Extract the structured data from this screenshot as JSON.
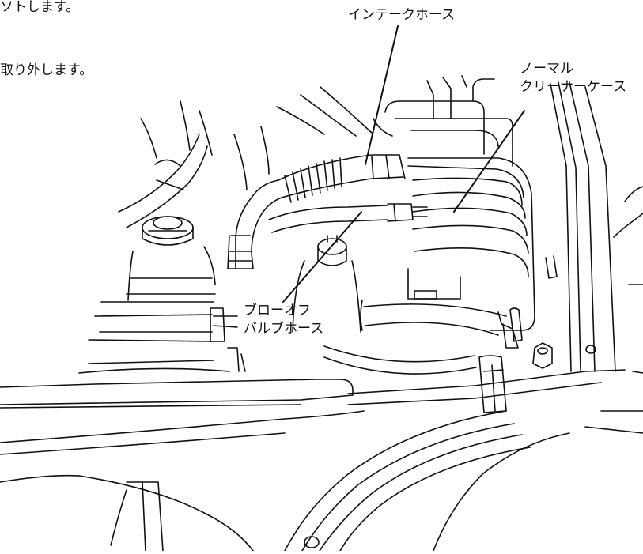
{
  "instructions": {
    "line1_fragment": "ソトします。",
    "line2_fragment": "取り外します。"
  },
  "callouts": {
    "intake_hose": "インテークホース",
    "normal_cleaner_line1": "ノーマル",
    "normal_cleaner_line2": "クリーナーケース",
    "blowoff_line1": "ブローオフ",
    "blowoff_line2": "バルブホース"
  },
  "colors": {
    "stroke": "#111111",
    "background": "#ffffff"
  }
}
